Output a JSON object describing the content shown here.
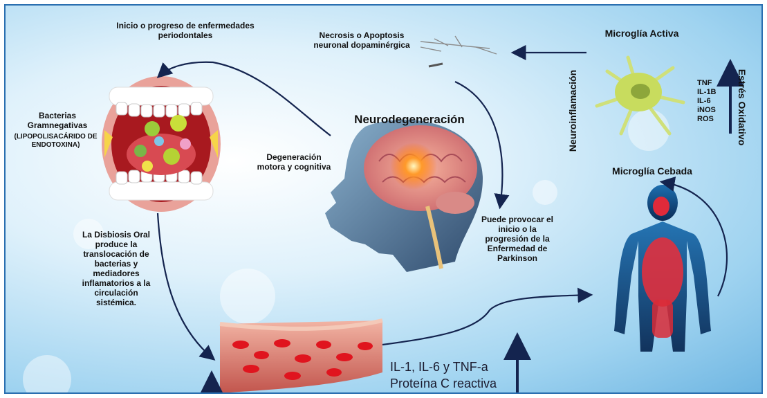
{
  "labels": {
    "periodontal": "Inicio o progreso de enfermedades periodontales",
    "necrosis": "Necrosis o Apoptosis neuronal dopaminérgica",
    "microglia_activa": "Microglía Activa",
    "bacterias": "Bacterias Gramnegativas",
    "lps": "(LIPOPOLISACÁRIDO DE ENDOTOXINA)",
    "neurodegeneracion": "Neurodegeneración",
    "degeneracion": "Degeneración motora y cognitiva",
    "neuroinflamacion": "Neuroinflamación",
    "estres": "Estrés Oxidativo",
    "microglia_cebada": "Microglía Cebada",
    "parkinson": "Puede provocar el inicio o la progresión de la Enfermedad de Parkinson",
    "disbiosis": "La Disbiosis Oral produce la translocación de bacterias y mediadores inflamatorios a la circulación sistémica.",
    "mediadores_1": "IL-1, IL-6 y TNF-a",
    "mediadores_2": "Proteína C reactiva"
  },
  "cytokines": [
    "TNF",
    "IL-1B",
    "IL-6",
    "iNOS",
    "ROS"
  ],
  "colors": {
    "arrow": "#14244f",
    "border": "#2a6fb0"
  }
}
